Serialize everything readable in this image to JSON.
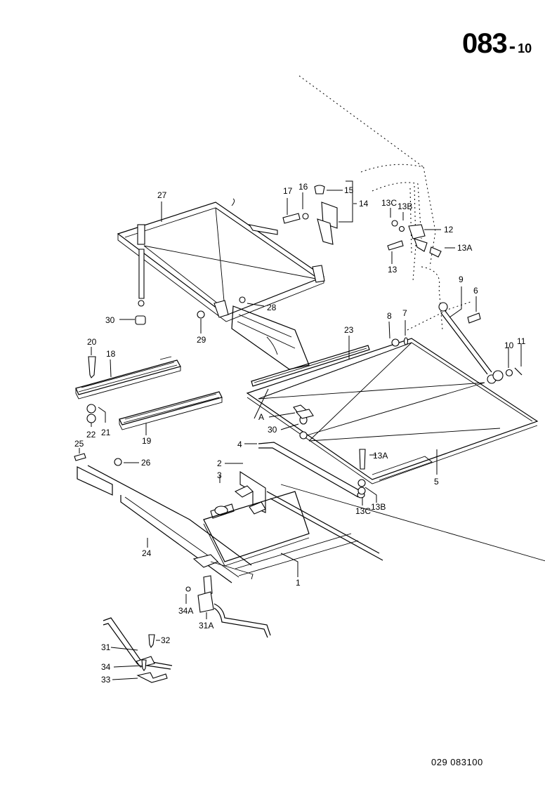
{
  "header": {
    "page_group": "083",
    "page_separator": "-",
    "page_sheet": "10"
  },
  "footer": {
    "reference_code": "029  083100"
  },
  "callouts": {
    "c1": "1",
    "c2": "2",
    "c3": "3",
    "c4": "4",
    "c5": "5",
    "c6": "6",
    "c7": "7",
    "c8": "8",
    "c9": "9",
    "c10": "10",
    "c11": "11",
    "c12": "12",
    "c13": "13",
    "c13A_top": "13A",
    "c13B_top": "13B",
    "c13C_top": "13C",
    "c13A_bot": "13A",
    "c13B_bot": "13B",
    "c13C_bot": "13C",
    "c14": "14",
    "c15": "15",
    "c16": "16",
    "c17": "17",
    "c18": "18",
    "c19": "19",
    "c20": "20",
    "c21": "21",
    "c22": "22",
    "c23": "23",
    "c24": "24",
    "c25": "25",
    "c26": "26",
    "c27": "27",
    "c28": "28",
    "c29": "29",
    "c30_left": "30",
    "c30_mid": "30",
    "c31": "31",
    "c31A": "31A",
    "c32": "32",
    "c33": "33",
    "c34": "34",
    "c34A": "34A",
    "cA": "A"
  }
}
